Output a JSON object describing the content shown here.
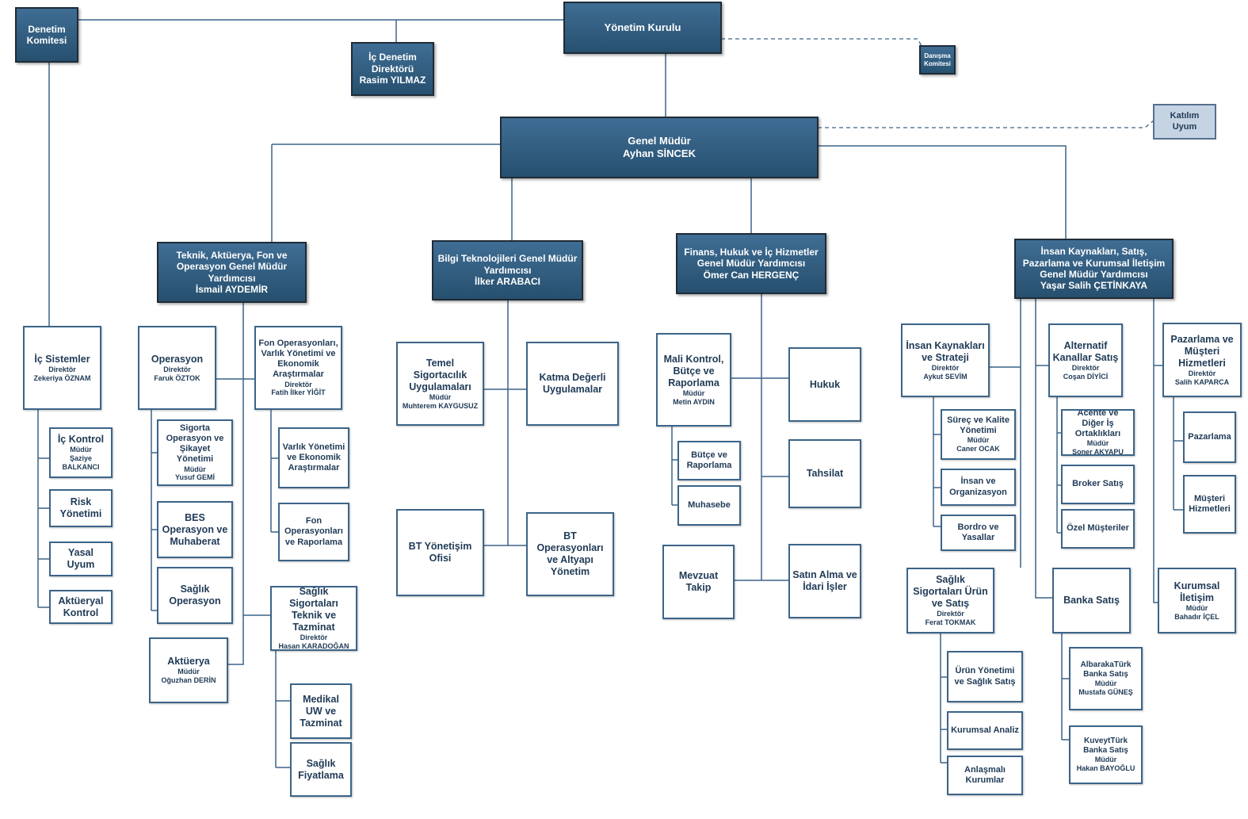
{
  "nodes": {
    "denetim_komitesi": {
      "title": "Denetim Komitesi"
    },
    "yonetim_kurulu": {
      "title": "Yönetim Kurulu"
    },
    "ic_denetim": {
      "title": "İç Denetim Direktörü",
      "person": "Rasim YILMAZ"
    },
    "danisma_komitesi": {
      "title": "Danışma Komitesi"
    },
    "katilim_uyum": {
      "title": "Katılım Uyum"
    },
    "genel_mudur": {
      "title": "Genel Müdür",
      "person": "Ayhan SİNCEK"
    },
    "teknik_gmy": {
      "title": "Teknik, Aktüerya, Fon ve Operasyon Genel Müdür Yardımcısı",
      "person": "İsmail AYDEMİR"
    },
    "bt_gmy": {
      "title": "Bilgi Teknolojileri Genel Müdür Yardımcısı",
      "person": "İlker ARABACI"
    },
    "finans_gmy": {
      "title": "Finans, Hukuk ve İç Hizmetler Genel Müdür Yardımcısı",
      "person": "Ömer Can HERGENÇ"
    },
    "ik_gmy": {
      "title": "İnsan Kaynakları, Satış, Pazarlama ve Kurumsal İletişim Genel Müdür Yardımcısı",
      "person": "Yaşar Salih ÇETİNKAYA"
    },
    "ic_sistemler": {
      "title": "İç Sistemler",
      "role": "Direktör",
      "person": "Zekeriya ÖZNAM"
    },
    "ic_kontrol": {
      "title": "İç Kontrol",
      "role": "Müdür",
      "person": "Şaziye BALKANCI"
    },
    "risk": {
      "title": "Risk Yönetimi"
    },
    "yasal_uyum": {
      "title": "Yasal Uyum"
    },
    "aktueryal_kontrol": {
      "title": "Aktüeryal Kontrol"
    },
    "operasyon": {
      "title": "Operasyon",
      "role": "Direktör",
      "person": "Faruk ÖZTOK"
    },
    "sigorta_op": {
      "title": "Sigorta Operasyon ve Şikayet Yönetimi",
      "role": "Müdür",
      "person": "Yusuf GEMİ"
    },
    "bes_op": {
      "title": "BES Operasyon ve Muhaberat"
    },
    "saglik_op": {
      "title": "Sağlık Operasyon"
    },
    "aktuerya": {
      "title": "Aktüerya",
      "role": "Müdür",
      "person": "Oğuzhan DERİN"
    },
    "fon_op": {
      "title": "Fon Operasyonları, Varlık Yönetimi ve Ekonomik Araştırmalar",
      "role": "Direktör",
      "person": "Fatih İlker YİĞİT"
    },
    "varlik": {
      "title": "Varlık Yönetimi ve Ekonomik Araştırmalar"
    },
    "fon_rap": {
      "title": "Fon Operasyonları ve Raporlama"
    },
    "saglik_tek": {
      "title": "Sağlık Sigortaları Teknik ve Tazminat",
      "role": "Direktör",
      "person": "Hasan KARADOĞAN"
    },
    "medikal": {
      "title": "Medikal UW ve Tazminat"
    },
    "saglik_fiyat": {
      "title": "Sağlık Fiyatlama"
    },
    "temel_sig": {
      "title": "Temel Sigortacılık Uygulamaları",
      "role": "Müdür",
      "person": "Muhterem KAYGUSUZ"
    },
    "katma": {
      "title": "Katma Değerli Uygulamalar"
    },
    "bt_ofis": {
      "title": "BT Yönetişim Ofisi"
    },
    "bt_op": {
      "title": "BT Operasyonları ve Altyapı Yönetim"
    },
    "mali": {
      "title": "Mali Kontrol, Bütçe ve Raporlama",
      "role": "Müdür",
      "person": "Metin AYDIN"
    },
    "butce": {
      "title": "Bütçe ve Raporlama"
    },
    "muhasebe": {
      "title": "Muhasebe"
    },
    "hukuk": {
      "title": "Hukuk"
    },
    "tahsilat": {
      "title": "Tahsilat"
    },
    "mevzuat": {
      "title": "Mevzuat Takip"
    },
    "satin_alma": {
      "title": "Satın Alma ve İdari İşler"
    },
    "ik_strateji": {
      "title": "İnsan Kaynakları ve Strateji",
      "role": "Direktör",
      "person": "Aykut SEVİM"
    },
    "surec": {
      "title": "Süreç ve Kalite Yönetimi",
      "role": "Müdür",
      "person": "Caner OCAK"
    },
    "insan_org": {
      "title": "İnsan ve Organizasyon"
    },
    "bordro": {
      "title": "Bordro ve Yasallar"
    },
    "saglik_urun": {
      "title": "Sağlık Sigortaları Ürün ve Satış",
      "role": "Direktör",
      "person": "Ferat TOKMAK"
    },
    "urun_yon": {
      "title": "Ürün Yönetimi ve Sağlık Satış"
    },
    "kurumsal_analiz": {
      "title": "Kurumsal Analiz"
    },
    "anlasmali": {
      "title": "Anlaşmalı Kurumlar"
    },
    "alternatif": {
      "title": "Alternatif Kanallar Satış",
      "role": "Direktör",
      "person": "Coşan DİYİCİ"
    },
    "acente": {
      "title": "Acente ve Diğer İş Ortaklıkları",
      "role": "Müdür",
      "person": "Soner AKYAPU"
    },
    "broker": {
      "title": "Broker Satış"
    },
    "ozel": {
      "title": "Özel Müşteriler"
    },
    "banka": {
      "title": "Banka Satış"
    },
    "albaraka": {
      "title": "AlbarakaTürk Banka Satış",
      "role": "Müdür",
      "person": "Mustafa GÜNEŞ"
    },
    "kuveyt": {
      "title": "KuveytTürk Banka Satış",
      "role": "Müdür",
      "person": "Hakan BAYOĞLU"
    },
    "pazarlama_mh": {
      "title": "Pazarlama ve Müşteri Hizmetleri",
      "role": "Direktör",
      "person": "Salih KAPARCA"
    },
    "pazarlama": {
      "title": "Pazarlama"
    },
    "musteri": {
      "title": "Müşteri Hizmetleri"
    },
    "kurumsal_iletisim": {
      "title": "Kurumsal İletişim",
      "role": "Müdür",
      "person": "Bahadır İÇEL"
    }
  },
  "colors": {
    "dark": "#2f5b80",
    "line": "#3c6488",
    "gray": "#c5d3e3"
  }
}
